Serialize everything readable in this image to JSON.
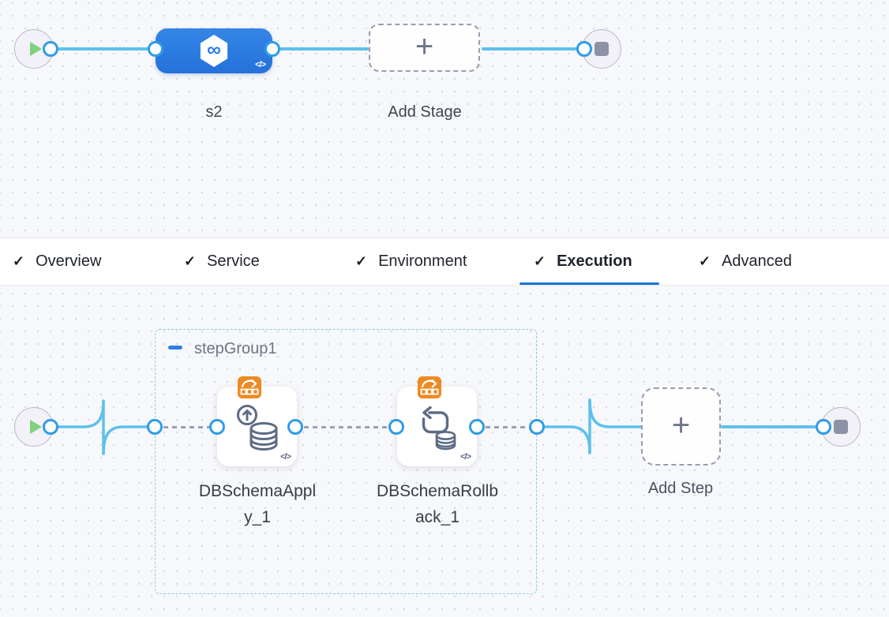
{
  "pipeline_graph": {
    "stage": {
      "name": "s2",
      "code_icon": "</>"
    },
    "add_stage": {
      "label": "Add Stage",
      "plus": "+"
    }
  },
  "tab_bar": {
    "check": "✓",
    "tabs": [
      {
        "label": "Overview"
      },
      {
        "label": "Service"
      },
      {
        "label": "Environment"
      },
      {
        "label": "Execution"
      },
      {
        "label": "Advanced"
      }
    ],
    "active_tab": "Execution"
  },
  "execution_graph": {
    "step_group": {
      "name": "stepGroup1",
      "collapse_icon": "minus"
    },
    "steps": [
      {
        "name": "DBSchemaApply_1",
        "code_icon": "</>"
      },
      {
        "name": "DBSchemaRollback_1",
        "code_icon": "</>"
      }
    ],
    "add_step": {
      "label": "Add Step",
      "plus": "+"
    }
  },
  "icons": {
    "infinity": "∞",
    "play": "play-triangle",
    "stop": "stop-square",
    "step_group_badge": "orange-loop-over-steps"
  },
  "colors": {
    "link_blue": "#5ec0ec",
    "port_blue": "#2f9ce8",
    "stage_blue": "#2d7de0",
    "group_border_teal": "#85cbe5",
    "badge_orange": "#ee8a25",
    "tab_underline_blue": "#1d74d4",
    "play_green": "#7fd17f",
    "canvas_bg": "#f7f8fb"
  }
}
